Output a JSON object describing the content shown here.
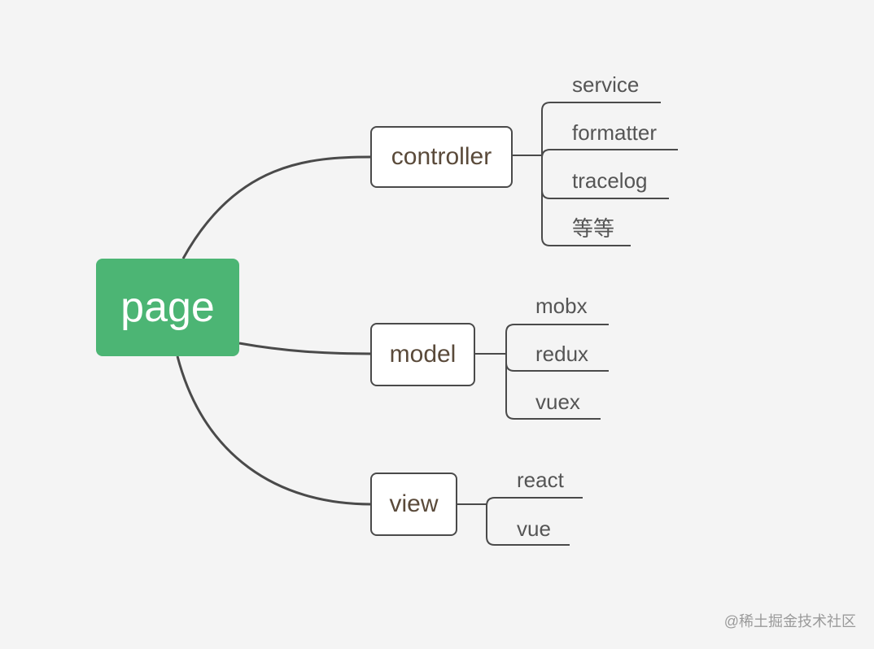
{
  "root": {
    "label": "page",
    "color": "#4cb574"
  },
  "branches": [
    {
      "label": "controller",
      "children": [
        "service",
        "formatter",
        "tracelog",
        "等等"
      ]
    },
    {
      "label": "model",
      "children": [
        "mobx",
        "redux",
        "vuex"
      ]
    },
    {
      "label": "view",
      "children": [
        "react",
        "vue"
      ]
    }
  ],
  "watermark": "@稀土掘金技术社区"
}
